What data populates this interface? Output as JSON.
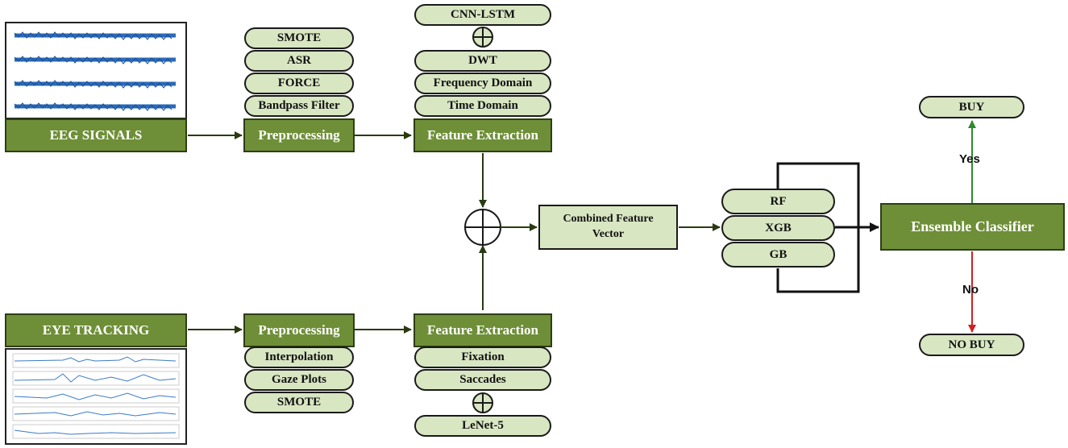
{
  "eeg": {
    "source_label": "EEG SIGNALS",
    "preprocessing": {
      "title": "Preprocessing",
      "steps": [
        "SMOTE",
        "ASR",
        "FORCE",
        "Bandpass Filter"
      ]
    },
    "feature_extraction": {
      "title": "Feature Extraction",
      "top": "CNN-LSTM",
      "items": [
        "DWT",
        "Frequency Domain",
        "Time Domain"
      ]
    }
  },
  "eye": {
    "source_label": "EYE TRACKING",
    "preprocessing": {
      "title": "Preprocessing",
      "steps": [
        "Interpolation",
        "Gaze Plots",
        "SMOTE"
      ]
    },
    "feature_extraction": {
      "title": "Feature Extraction",
      "items": [
        "Fixation",
        "Saccades"
      ],
      "bottom": "LeNet-5"
    }
  },
  "fusion": {
    "combined_line1": "Combined Feature",
    "combined_line2": "Vector"
  },
  "models": [
    "RF",
    "XGB",
    "GB"
  ],
  "ensemble": {
    "title": "Ensemble Classifier"
  },
  "outcomes": {
    "buy": "BUY",
    "no_buy": "NO BUY",
    "yes": "Yes",
    "no": "No"
  },
  "colors": {
    "dark_green": "#6e8f37",
    "light_green": "#d8e6c2",
    "yes_arrow": "#2e8b2e",
    "no_arrow": "#d02020"
  }
}
